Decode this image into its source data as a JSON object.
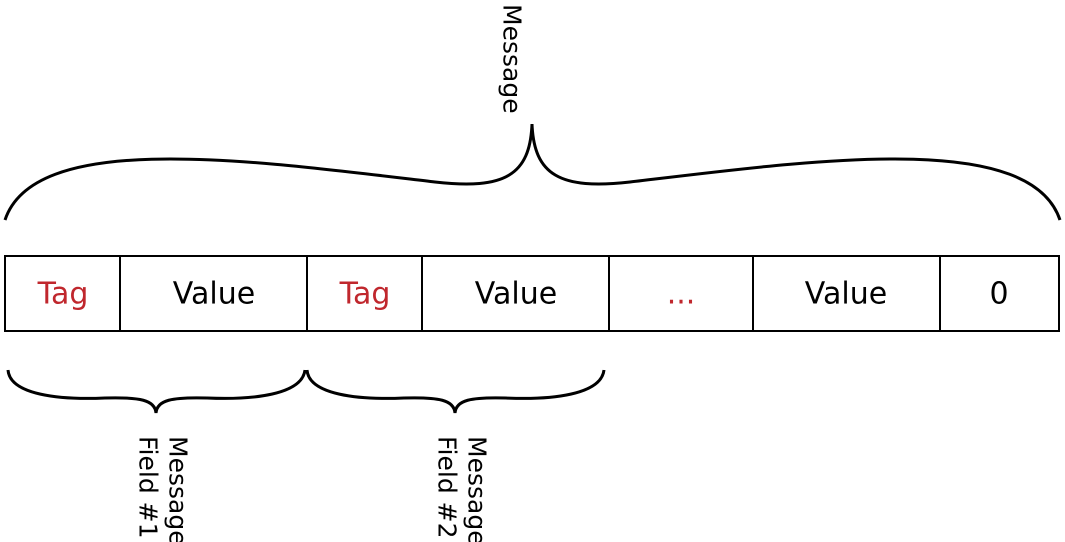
{
  "colors": {
    "tag": "#c0272d",
    "ellipsis": "#c0272d",
    "text": "#000000",
    "stroke": "#000000"
  },
  "message_label": "Message",
  "cells": [
    {
      "text": "Tag",
      "kind": "tag"
    },
    {
      "text": "Value",
      "kind": "value"
    },
    {
      "text": "Tag",
      "kind": "tag"
    },
    {
      "text": "Value",
      "kind": "value"
    },
    {
      "text": "...",
      "kind": "ellipsis"
    },
    {
      "text": "Value",
      "kind": "value"
    },
    {
      "text": "0",
      "kind": "value"
    }
  ],
  "fields": [
    {
      "line1": "Message",
      "line2": "Field #1"
    },
    {
      "line1": "Message",
      "line2": "Field #2"
    }
  ]
}
